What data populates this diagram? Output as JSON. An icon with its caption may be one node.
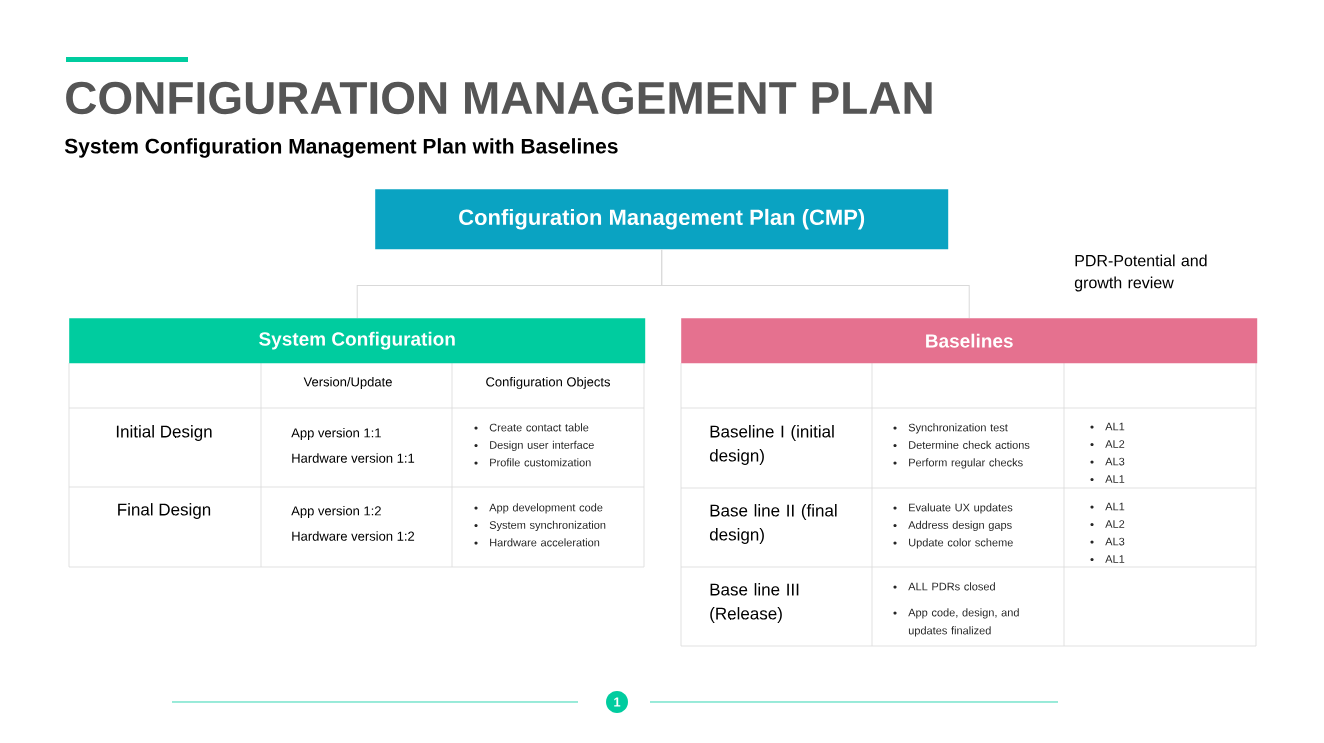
{
  "diagram": {
    "title": "CONFIGURATION MANAGEMENT PLAN",
    "nodes": [
      {
        "text": [
          "Configuration Management Plan (CMP)"
        ]
      },
      {
        "text": [
          "System Configuration"
        ]
      },
      {
        "text": [
          "Baselines"
        ]
      }
    ],
    "edges": [
      {
        "from": 0,
        "to": 1,
        "arrow": "none"
      },
      {
        "from": 0,
        "to": 2,
        "arrow": "none"
      }
    ],
    "labels": [
      "System Configuration Management Plan with Baselines",
      "PDR-Potential and growth review",
      "Version/Update",
      "Configuration Objects",
      "Initial Design",
      "App version 1:1",
      "Hardware version 1:1",
      "Create contact table",
      "Design user interface",
      "Profile customization",
      "Final Design",
      "App version 1:2",
      "Hardware version 1:2",
      "App development code",
      "System synchronization",
      "Hardware acceleration",
      "Baseline I (initial design)",
      "Synchronization test",
      "Determine check actions",
      "Perform regular checks",
      "AL1",
      "AL2",
      "AL3",
      "AL1",
      "Base line II (final design)",
      "Evaluate UX updates",
      "Address design gaps",
      "Update color scheme",
      "AL1",
      "AL2",
      "AL3",
      "AL1",
      "Base line III (Release)",
      "ALL PDRs closed",
      "App code, design, and updates finalized",
      "1"
    ]
  }
}
